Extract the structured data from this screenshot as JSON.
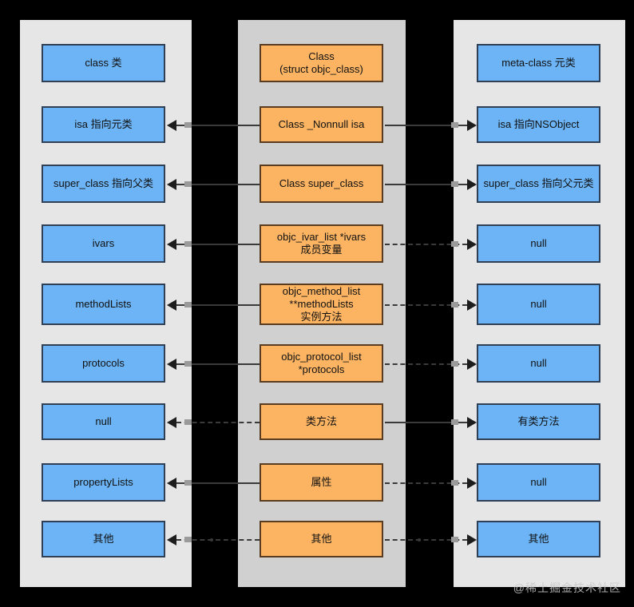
{
  "diagram": {
    "title": "Objective-C class / objc_class / meta-class structure",
    "background_color": "#000000",
    "panels": {
      "left": {
        "name": "class-column",
        "background": "#e6e6e6"
      },
      "middle": {
        "name": "objc-class-struct-column",
        "background": "#d0d0d0"
      },
      "right": {
        "name": "meta-class-column",
        "background": "#e6e6e6"
      }
    },
    "colors": {
      "blue_fill": "#6cb4f5",
      "blue_border": "#2f3f56",
      "orange_fill": "#fcb462",
      "orange_border": "#5a3d20",
      "edge": "#3a3a3a"
    }
  },
  "rows": [
    {
      "id": "header",
      "left": "class  类",
      "middle": "Class\n(struct objc_class)",
      "right": "meta-class 元类",
      "left_arrow": "none",
      "right_arrow": "none"
    },
    {
      "id": "isa",
      "left": "isa 指向元类",
      "middle": "Class _Nonnull isa",
      "right": "isa  指向NSObject",
      "left_arrow": "solid",
      "right_arrow": "solid"
    },
    {
      "id": "super-class",
      "left": "super_class 指向父类",
      "middle": "Class super_class",
      "right": "super_class 指向父元类",
      "left_arrow": "solid",
      "right_arrow": "solid"
    },
    {
      "id": "ivars",
      "left": "ivars",
      "middle": "objc_ivar_list  *ivars\n成员变量",
      "right": "null",
      "left_arrow": "solid",
      "right_arrow": "dashed"
    },
    {
      "id": "method-lists",
      "left": "methodLists",
      "middle": "objc_method_list\n**methodLists\n实例方法",
      "right": "null",
      "left_arrow": "solid",
      "right_arrow": "dashed"
    },
    {
      "id": "protocols",
      "left": "protocols",
      "middle": "objc_protocol_list\n*protocols",
      "right": "null",
      "left_arrow": "solid",
      "right_arrow": "dashed"
    },
    {
      "id": "class-methods",
      "left": "null",
      "middle": "类方法",
      "right": "有类方法",
      "left_arrow": "dashed",
      "right_arrow": "solid"
    },
    {
      "id": "property-lists",
      "left": "propertyLists",
      "middle": "属性",
      "right": "null",
      "left_arrow": "solid",
      "right_arrow": "dashed"
    },
    {
      "id": "other",
      "left": "其他",
      "middle": "其他",
      "right": "其他",
      "left_arrow": "dashdot",
      "right_arrow": "dashdot"
    }
  ],
  "watermark": "@稀土掘金技术社区"
}
